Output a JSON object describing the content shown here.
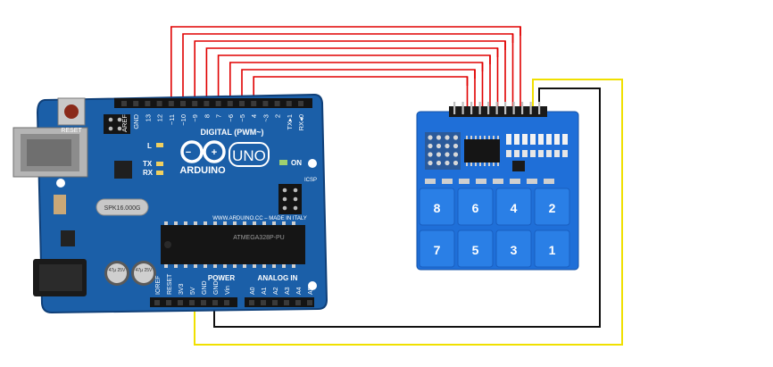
{
  "arduino": {
    "brand": "ARDUINO",
    "model": "UNO",
    "digital_label": "DIGITAL (PWM~)",
    "header_top_labels": [
      "AREF",
      "GND",
      "13",
      "12",
      "~11",
      "~10",
      "~9",
      "8",
      "7",
      "~6",
      "~5",
      "4",
      "~3",
      "2",
      "TX▸1",
      "RX◂0"
    ],
    "reset_label": "RESET",
    "tx_label": "TX",
    "rx_label": "RX",
    "l_label": "L",
    "on_label": "ON",
    "icsp_label": "ICSP",
    "website": "WWW.ARDUINO.CC – MADE IN ITALY",
    "crystal_label": "SPK16.000G",
    "chip_label": "ATMEGA328P-PU",
    "power_label": "POWER",
    "analog_label": "ANALOG IN",
    "power_pins": [
      "IOREF",
      "RESET",
      "3V3",
      "5V",
      "GND",
      "GND",
      "Vin"
    ],
    "analog_pins": [
      "A0",
      "A1",
      "A2",
      "A3",
      "A4",
      "A5"
    ],
    "capacitor_label": "47µ 25V"
  },
  "sensor": {
    "pads": [
      "8",
      "6",
      "4",
      "2",
      "7",
      "5",
      "3",
      "1"
    ]
  },
  "wires": {
    "signal_color": "#e00000",
    "vcc_color": "#f0e000",
    "gnd_color": "#111111",
    "signal_count": 8
  },
  "colors": {
    "arduino_board": "#1b5fa8",
    "sensor_board": "#1f6fd8",
    "sensor_pad": "#2a7fe6"
  }
}
